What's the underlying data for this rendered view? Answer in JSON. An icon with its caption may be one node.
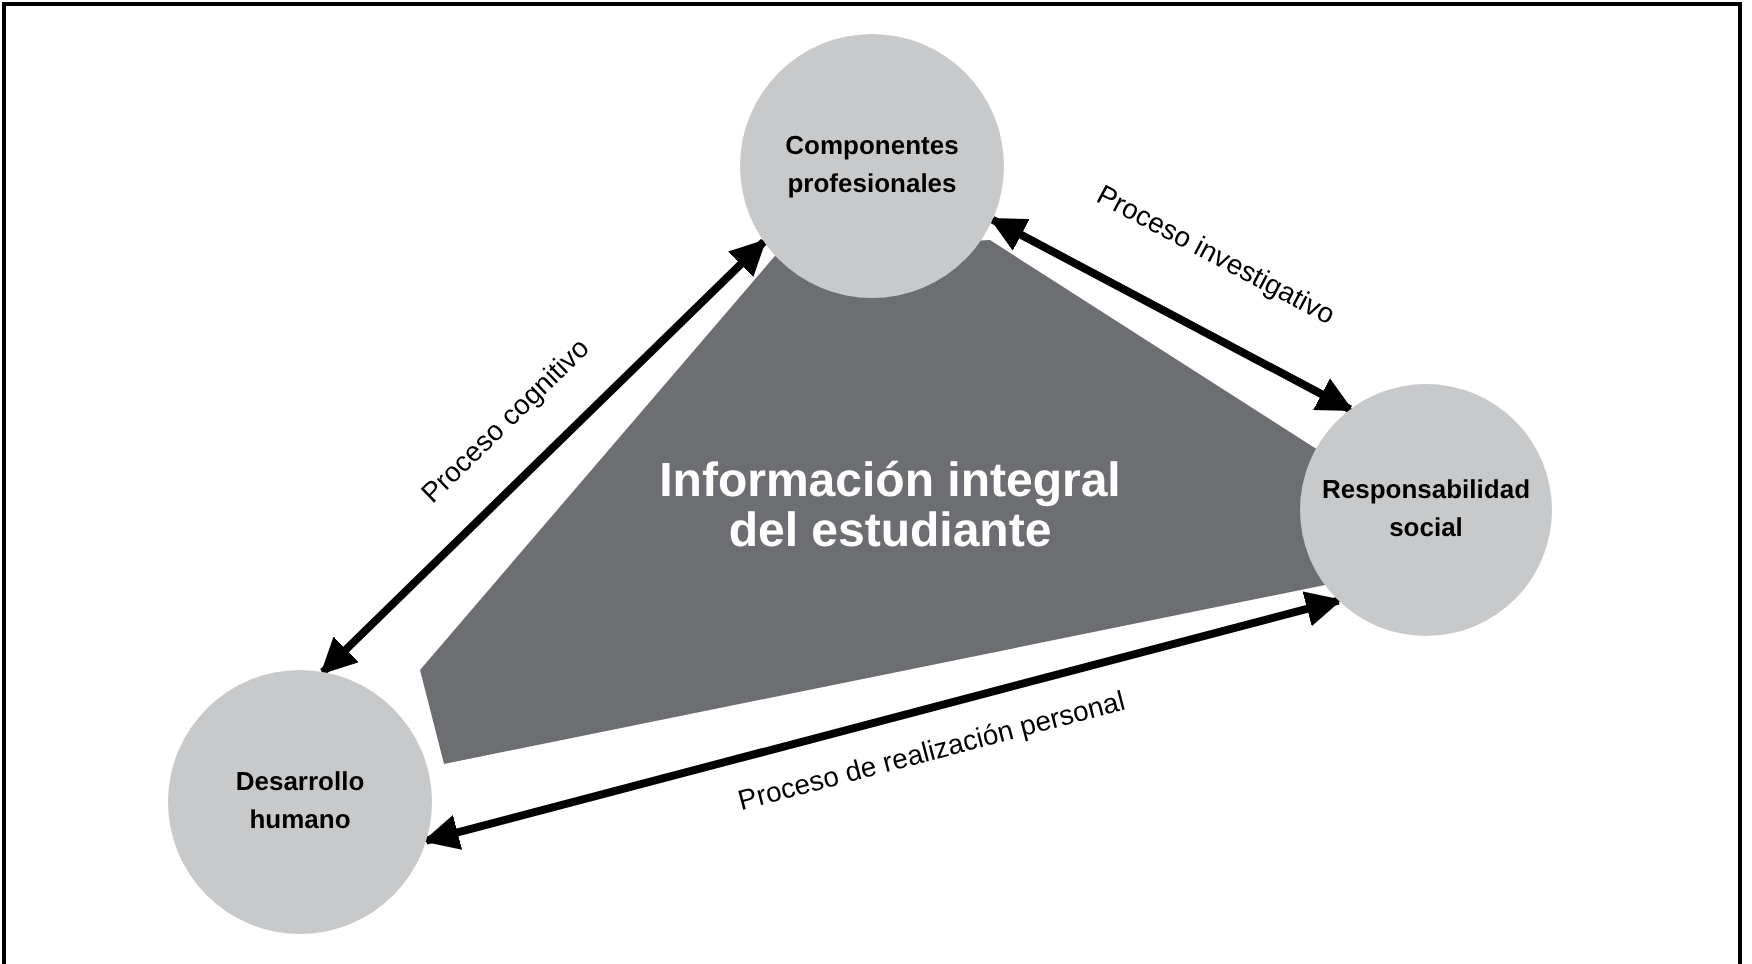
{
  "diagram": {
    "nodes": [
      {
        "text": [
          "Información integral del estudiante"
        ]
      },
      {
        "text": [
          "Componentes profesionales"
        ]
      },
      {
        "text": [
          "Responsabilidad social"
        ]
      },
      {
        "text": [
          "Desarrollo humano"
        ]
      }
    ],
    "edges": [
      {
        "from": 3,
        "to": 1,
        "arrow": "both",
        "label": "Proceso cognitivo"
      },
      {
        "from": 1,
        "to": 2,
        "arrow": "both",
        "label": "Proceso investigativo"
      },
      {
        "from": 3,
        "to": 2,
        "arrow": "both",
        "label": "Proceso de realización personal"
      }
    ]
  }
}
